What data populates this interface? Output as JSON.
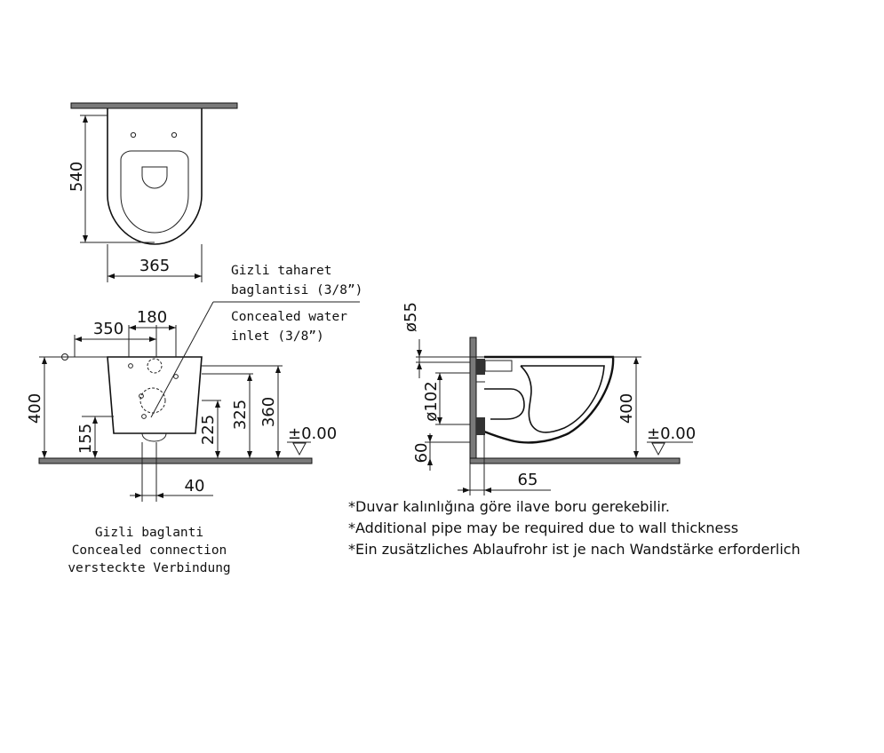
{
  "top_view": {
    "depth": "540",
    "width": "365"
  },
  "front_view": {
    "dim_350": "350",
    "dim_180": "180",
    "dim_400": "400",
    "dim_155": "155",
    "dim_225": "225",
    "dim_325": "325",
    "dim_360": "360",
    "dim_40": "40",
    "level": "±0.00"
  },
  "callouts": {
    "tr_line1": "Gizli taharet",
    "tr_line2": "baglantisi (3/8”)",
    "en_line1": "Concealed water",
    "en_line2": "inlet (3/8”)"
  },
  "concealed_connection": {
    "tr": "Gizli baglanti",
    "en": "Concealed connection",
    "de": "versteckte Verbindung"
  },
  "side_view": {
    "dia_55": "ø55",
    "dia_102": "ø102",
    "dim_400": "400",
    "dim_60": "60",
    "dim_65": "65",
    "level": "±0.00"
  },
  "notes": [
    "*Duvar kalınlığına göre ilave boru gerekebilir.",
    "*Additional pipe may be required due to wall thickness",
    "*Ein zusätzliches Ablaufrohr ist je nach Wandstärke erforderlich"
  ]
}
